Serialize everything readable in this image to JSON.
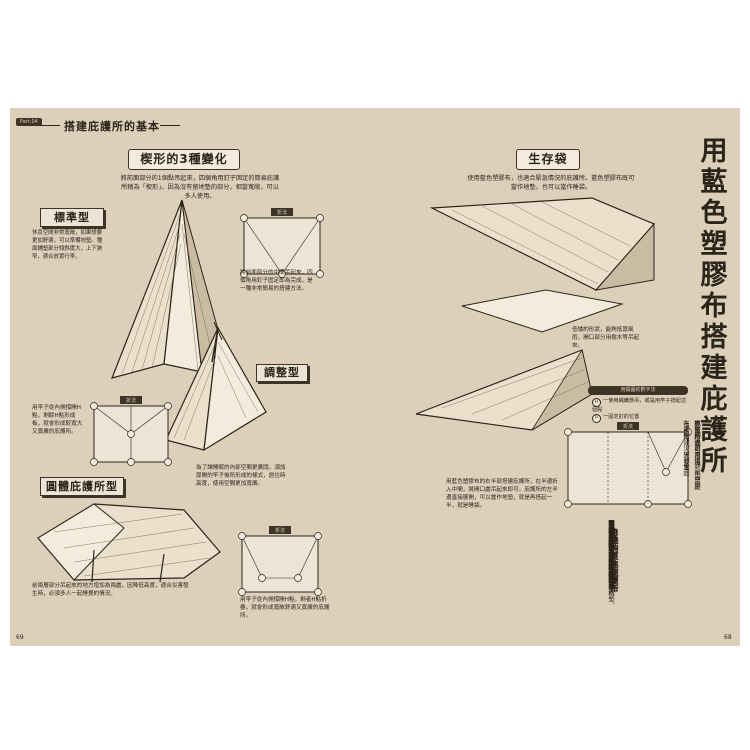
{
  "header": {
    "part_tag": "Part.04",
    "part_title": "搭建庇護所的基本"
  },
  "left_page": {
    "section_banner": "楔形的3種變化",
    "intro": "將前面部分的1個點吊起來，四個角用釘子固定的簡易庇護所稱為「楔形」。因為沒有留地墊的部分，相當寬敞，可以多人使用。",
    "standard": {
      "label": "標準型",
      "desc": "休息空間非常寬敞，如果想要更加舒適，可以準備地墊。種面鋪墊部分傾斜度大，上下狹窄，適合放置行李。",
      "fold_tag": "折法",
      "fold_note": "將前面部分的中間吊起來，四個角用釘子固定即為完成，是一種非常簡易的搭建方法。"
    },
    "adjusted": {
      "label": "調整型",
      "fold_tag": "折法",
      "fold_note": "用竿子從內側撐開H點，剩餘H點形成板，就會形成較寬大又寬廣的庇護所。",
      "fold_note_b": "為了讓睡眠的內部空間更廣闊，須加厚開的竿子後所形成的樣式，居住時高度，使用空間更加寬廣。"
    },
    "rounded": {
      "label": "圓體庇護所型",
      "desc": "前兩層部分吊起來的地方增加為兩處，因降低高度，適合災害發生時，必須多人一起睡覺的情況。",
      "fold_tag": "折法",
      "fold_note": "用竿子從內側撐開H點，剩者H點折疊，就會形成寬敞舒適又寬廣的庇護所。"
    },
    "page_number": "69"
  },
  "right_page": {
    "section_banner": "生存袋",
    "intro": "使用藍色塑膠布，也適合緊急情況的庇護所。藍色塑膠布既可當作地墊，也可以當作睡袋。",
    "note_top": "低矮的形狀，能夠抵禦風雨，開口部分用樹木等吊起來。",
    "legend": {
      "head": "用開圓的數字法",
      "h_text": "一使用繩纖懸吊，或是用竿子撐起這個點",
      "p_text": "一固定釘的位置",
      "h_symbol": "H",
      "p_symbol": "P"
    },
    "fold_tag": "折法",
    "bottom_text": "用藍色塑膠布的右半部搭建庇護所，在半邊折入中間，將開口處吊起來即可。庇護所的左半邊直接展開，可以當作地墊，就是再搭起一半，就是睡袋。",
    "main_title": "用藍色塑膠布搭建庇護所",
    "main_body": [
      "庇護所也可以用藍色塑膠布來搭建。只要掌",
      "握了搭建的方法，不只是在露營，災害發生時",
      "也能夠派上用場。"
    ],
    "subsection_title": [
      "身邊的藍色塑膠布",
      "也能夠搭建庇護所"
    ],
    "subsection_body": [
      "到目前為止，已經介紹",
      "了搭建防水布庇護所的方",
      "法。但其實也可以用身邊的",
      "藍色塑膠布來搭建。",
      "藍色塑膠布的價格非常",
      "便宜，只要花一點錢就可",
      "以買到，而且還可以當作地墊、",
      "適合用來搭建庇護所。不",
      "過，其缺點是重量較重，",
      "在庇護所的上方有",
      "雨水，在有積水的時候，",
      "要特別注意。",
      "看，庇護所的搭建，用作",
      "塑膠布搭建庇護所時，也",
      "要特別注意它的重量，相",
      "對較厚的藍色塑膠布搭建",
      "庇護所時，用塑膠布搭建"
    ],
    "page_number": "68"
  },
  "colors": {
    "paper": "#dcd0bb",
    "ink": "#2b2418",
    "banner_fill": "#f3ecdd"
  }
}
